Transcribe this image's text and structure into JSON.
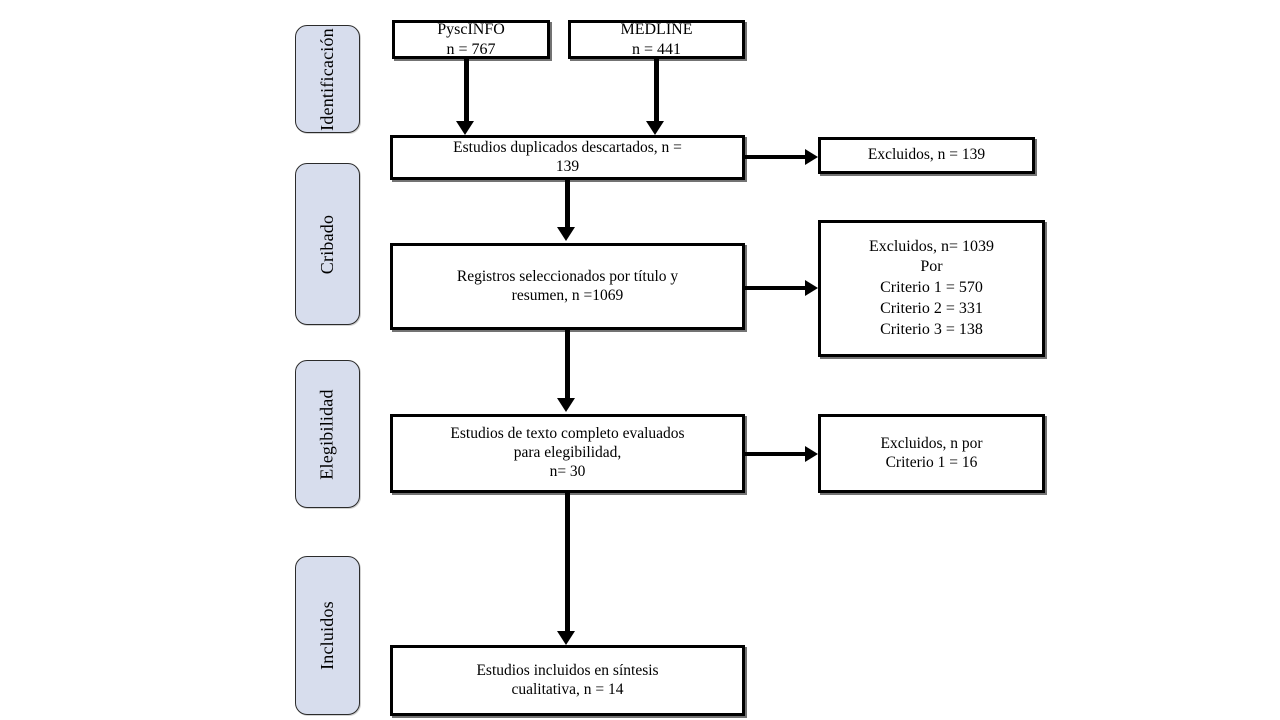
{
  "diagram": {
    "type": "prisma-flow-diagram",
    "language": "es",
    "background_color": "#ffffff",
    "box_border_color": "#000000",
    "stage_tab_fill": "#d7dded",
    "stage_tab_border": "#2b2b2b"
  },
  "stages": [
    {
      "id": "identificacion",
      "label": "Identificación"
    },
    {
      "id": "cribado",
      "label": "Cribado"
    },
    {
      "id": "elegibilidad",
      "label": "Elegibilidad"
    },
    {
      "id": "incluidos",
      "label": "Incluidos"
    }
  ],
  "sources": [
    {
      "id": "pyscinfo",
      "name": "PyscINFO",
      "count_label": "n = 767",
      "count": 767,
      "text": "PyscINFO\nn = 767"
    },
    {
      "id": "medline",
      "name": "MEDLINE",
      "count_label": "n = 441",
      "count": 441,
      "text": "MEDLINE\nn = 441"
    }
  ],
  "nodes": {
    "duplicates": {
      "text": "Estudios duplicados descartados, n =\n139",
      "count": 139
    },
    "screened": {
      "text": "Registros seleccionados por título y\nresumen, n =1069",
      "count": 1069
    },
    "fulltext": {
      "text": "Estudios de texto completo evaluados\npara elegibilidad,\nn= 30",
      "count": 30
    },
    "included": {
      "text": "Estudios incluidos  en síntesis\ncualitativa,   n = 14",
      "count": 14
    }
  },
  "exclusions": {
    "duplicates_excluded": {
      "text": "Excluidos, n = 139",
      "count": 139
    },
    "screening_excluded": {
      "text": "Excluidos, n= 1039\nPor\nCriterio  1 = 570\nCriterio 2 = 331\nCriterio 3 = 138",
      "count": 1039,
      "criteria": [
        {
          "label": "Criterio  1",
          "value": 570
        },
        {
          "label": "Criterio 2",
          "value": 331
        },
        {
          "label": "Criterio 3",
          "value": 138
        }
      ]
    },
    "eligibility_excluded": {
      "text": "Excluidos, n por\nCriterio  1 = 16",
      "criteria": [
        {
          "label": "Criterio  1",
          "value": 16
        }
      ]
    }
  }
}
